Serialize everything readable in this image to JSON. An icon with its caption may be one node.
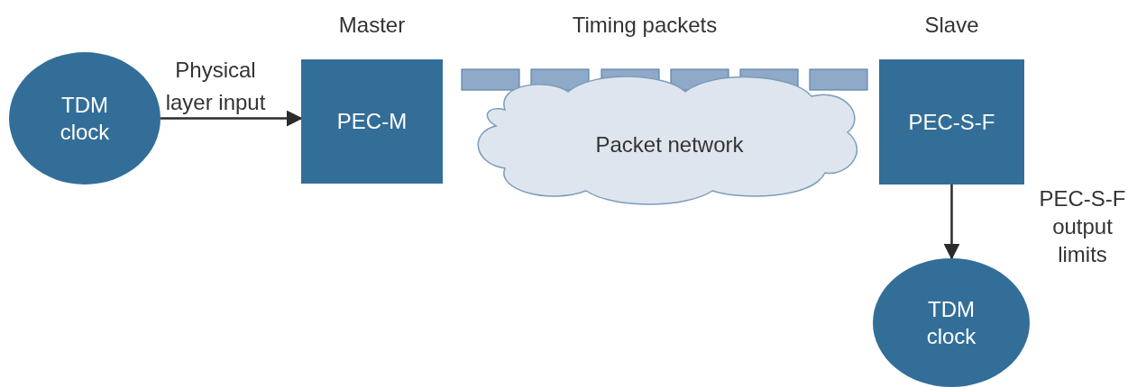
{
  "diagram": {
    "nodes": [
      {
        "text": [
          "TDM clock"
        ]
      },
      {
        "text": [
          "PEC-M"
        ],
        "beside": [
          "Master"
        ]
      },
      {
        "text": [
          "Packet network"
        ]
      },
      {
        "text": [
          "PEC-S-F"
        ],
        "beside": [
          "Slave"
        ]
      },
      {
        "text": [
          "TDM clock"
        ]
      }
    ],
    "edges": [
      {
        "from": 0,
        "to": 1,
        "arrow": "to",
        "label": "Physical layer input"
      },
      {
        "from": 3,
        "to": 4,
        "arrow": "to",
        "label": "PEC-S-F output limits"
      }
    ],
    "labels": [
      "Timing packets"
    ]
  }
}
